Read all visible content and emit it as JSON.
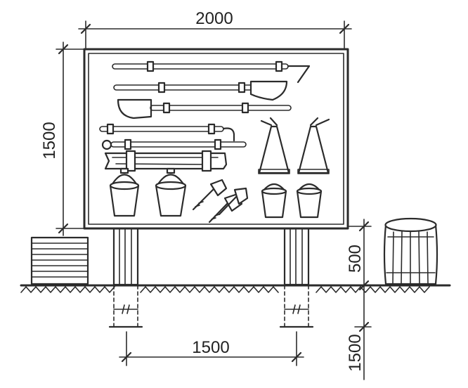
{
  "dimensions": {
    "board_width": "2000",
    "board_height": "1500",
    "post_spacing": "1500",
    "post_height_above_ground": "500",
    "post_depth_below_ground": "1500"
  },
  "colors": {
    "line": "#2b2b2b",
    "background": "#ffffff"
  }
}
